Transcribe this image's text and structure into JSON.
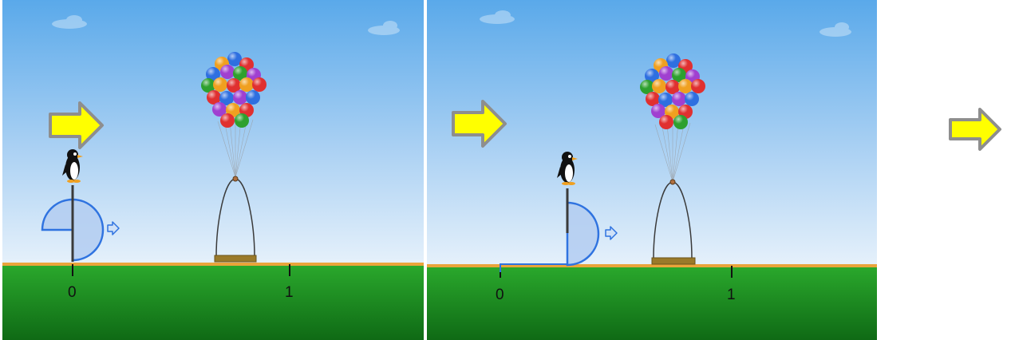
{
  "panels": [
    {
      "id": "panel-a",
      "tick_labels": [
        "0",
        "1"
      ],
      "pointer_position": 0.0,
      "wedge": "three-quarter-disc"
    },
    {
      "id": "panel-b",
      "tick_labels": [
        "0",
        "1"
      ],
      "pointer_position": 0.3,
      "wedge": "half-disc"
    }
  ],
  "colors": {
    "sky_top": "#5aa9ea",
    "sky_bottom": "#dcecfa",
    "grass_top": "#2aa82c",
    "grass_bottom": "#106d16",
    "ground_line": "#e9a43a",
    "arrow_fill": "#ffff00",
    "arrow_stroke": "#8e8e8e",
    "wedge_fill": "#b3cdf1",
    "wedge_stroke": "#2f73e0",
    "basket": "#9a7a2a"
  },
  "icons": [
    "right-arrow-icon",
    "penguin-icon",
    "balloon-bunch-icon",
    "basket-icon",
    "small-right-arrow-icon"
  ]
}
